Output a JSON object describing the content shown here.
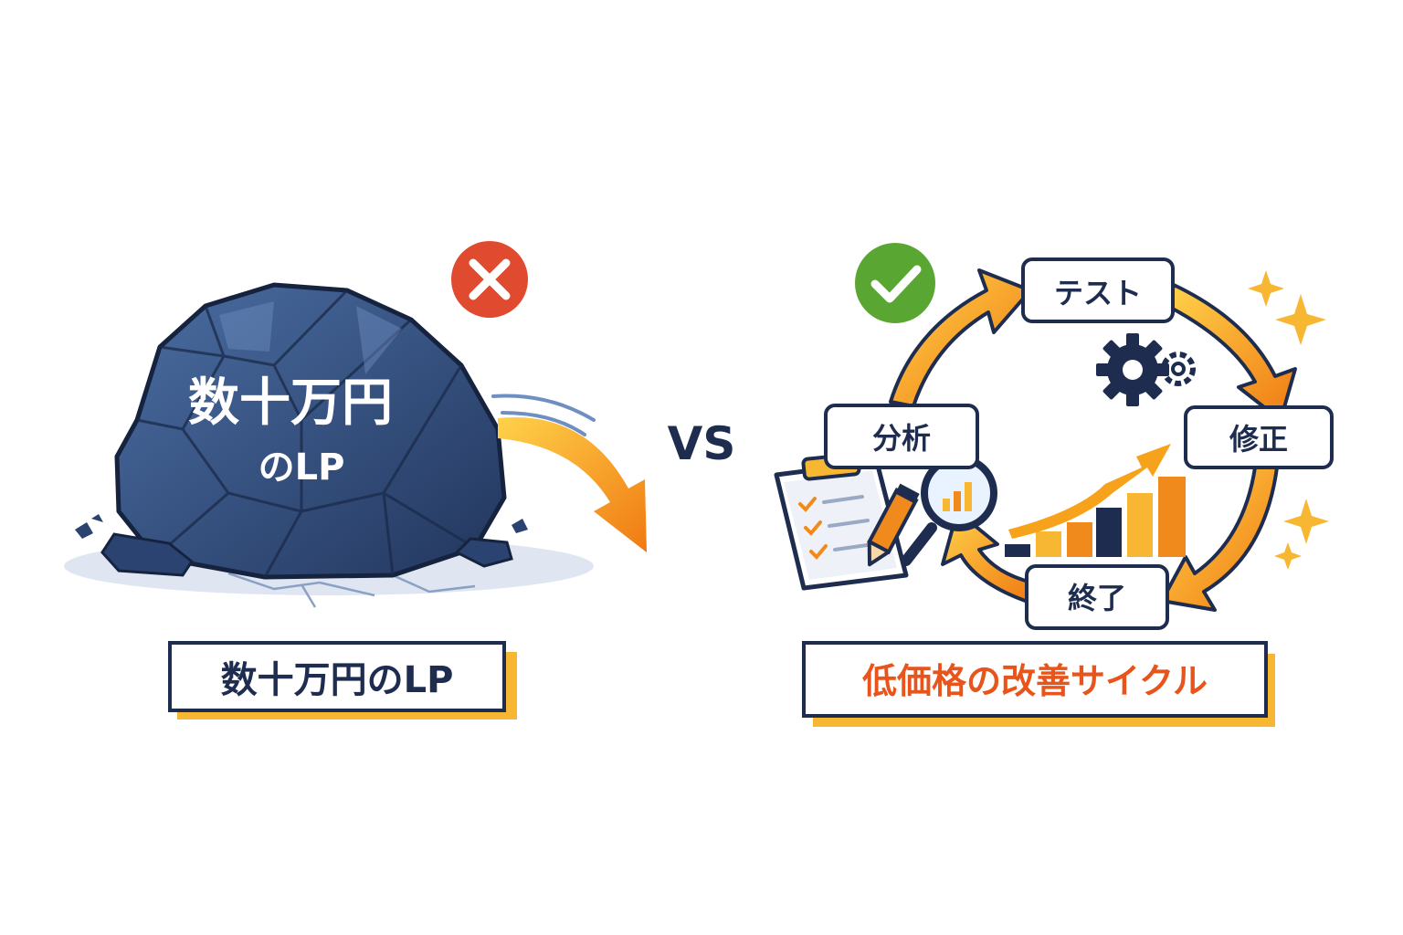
{
  "left_panel": {
    "rock_text_line1": "数十万円",
    "rock_text_line2": "のLP",
    "caption": "数十万円のLP",
    "status_icon": "cross-icon"
  },
  "vs_label": "VS",
  "right_panel": {
    "status_icon": "check-icon",
    "cycle_steps": [
      "テスト",
      "修正",
      "終了",
      "分析"
    ],
    "caption": "低価格の改善サイクル"
  },
  "colors": {
    "navy": "#1e2d4f",
    "rock_blue": "#34507e",
    "orange": "#f08a1c",
    "yellow": "#f7b733",
    "red": "#e04a2f",
    "green": "#5aa632",
    "caption_orange": "#e8551c"
  }
}
